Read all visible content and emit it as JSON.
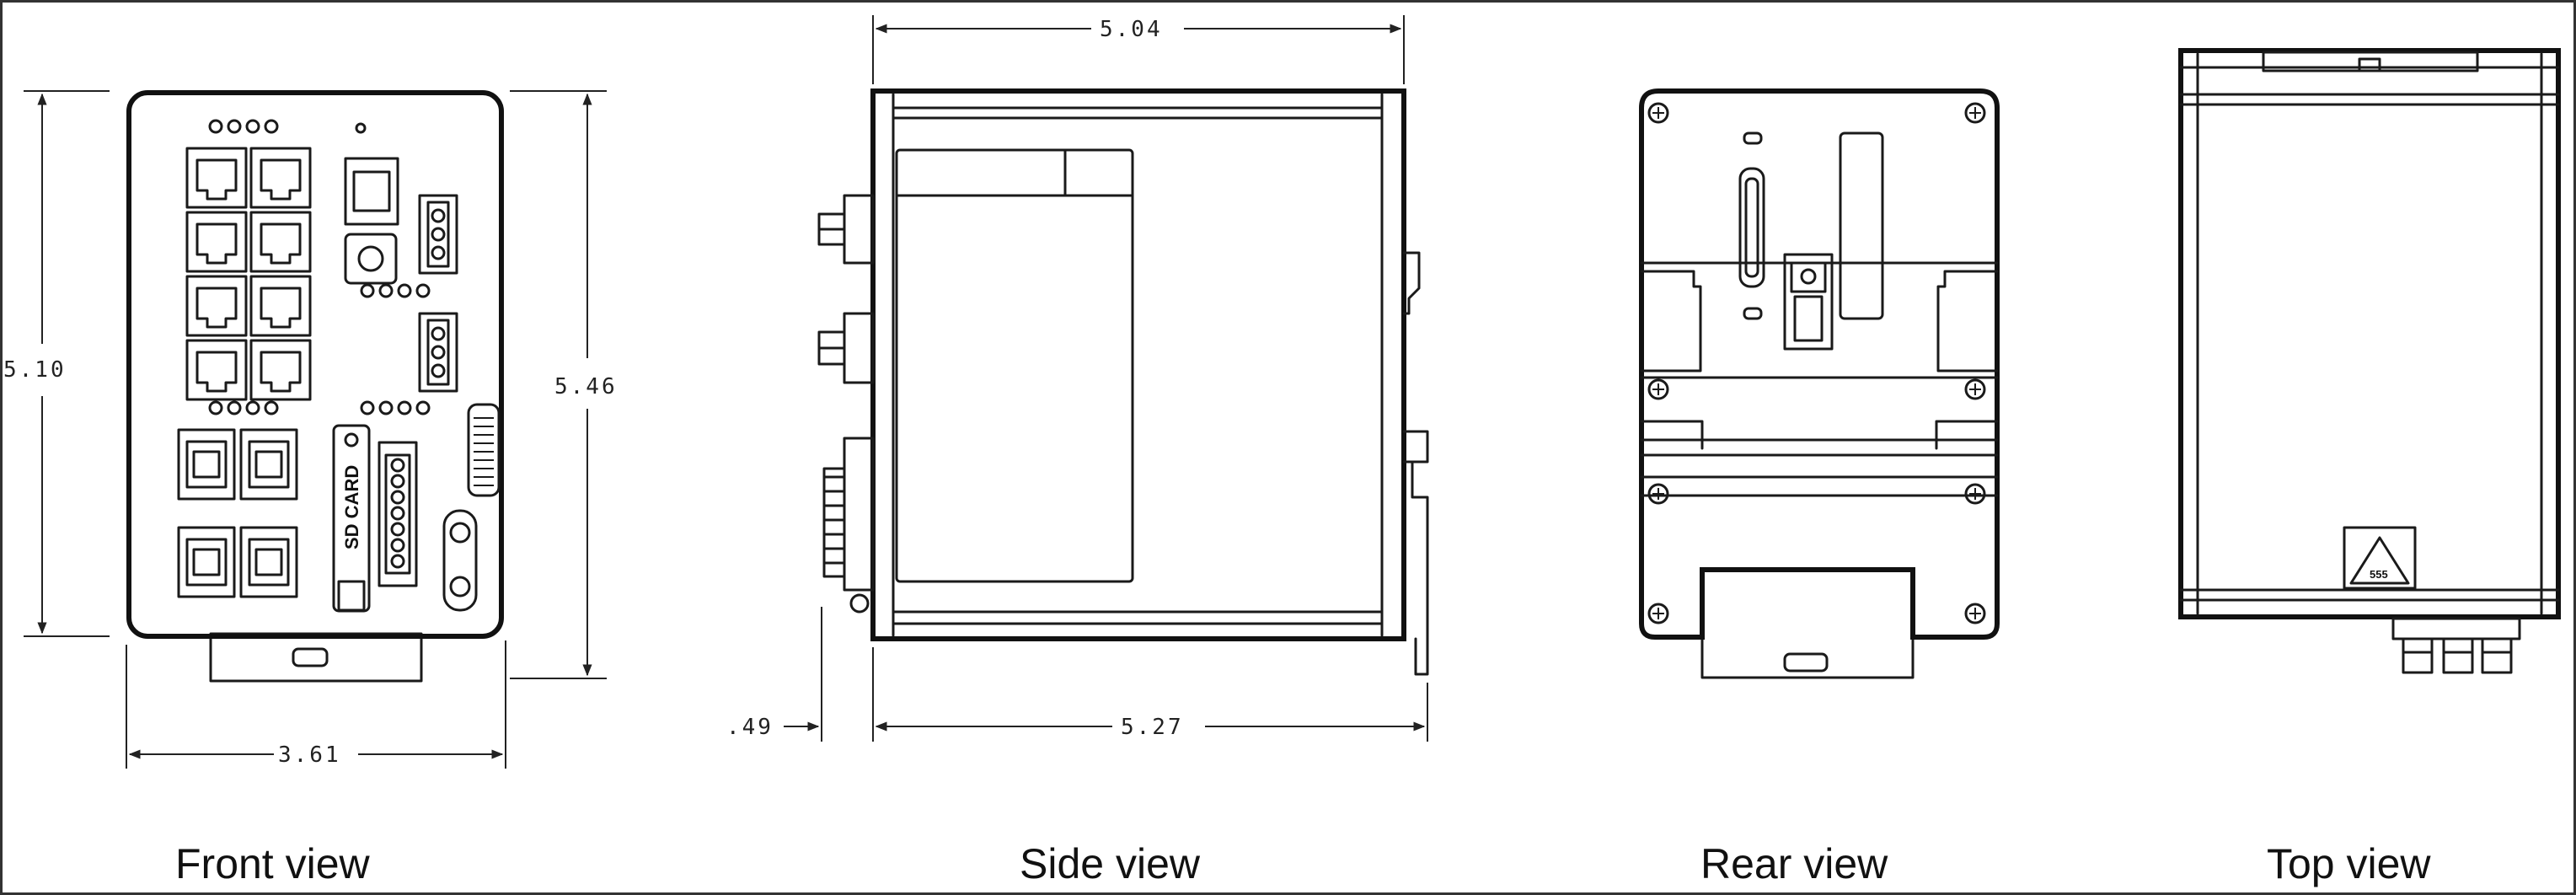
{
  "views": {
    "front": {
      "caption": "Front view",
      "dim_height": "5.10",
      "dim_depth": "5.46",
      "dim_width": "3.61"
    },
    "side": {
      "caption": "Side view",
      "dim_top": "5.04",
      "dim_bottom": "5.27",
      "dim_offset": ".49"
    },
    "rear": {
      "caption": "Rear view"
    },
    "top": {
      "caption": "Top view"
    }
  },
  "labels": {
    "sd_card": "SD CARD",
    "warning": "555"
  },
  "icons": [
    "arrow-head-icon",
    "warning-triangle-icon"
  ],
  "colors": {
    "line": "#1a1a1a",
    "background": "#ffffff"
  }
}
